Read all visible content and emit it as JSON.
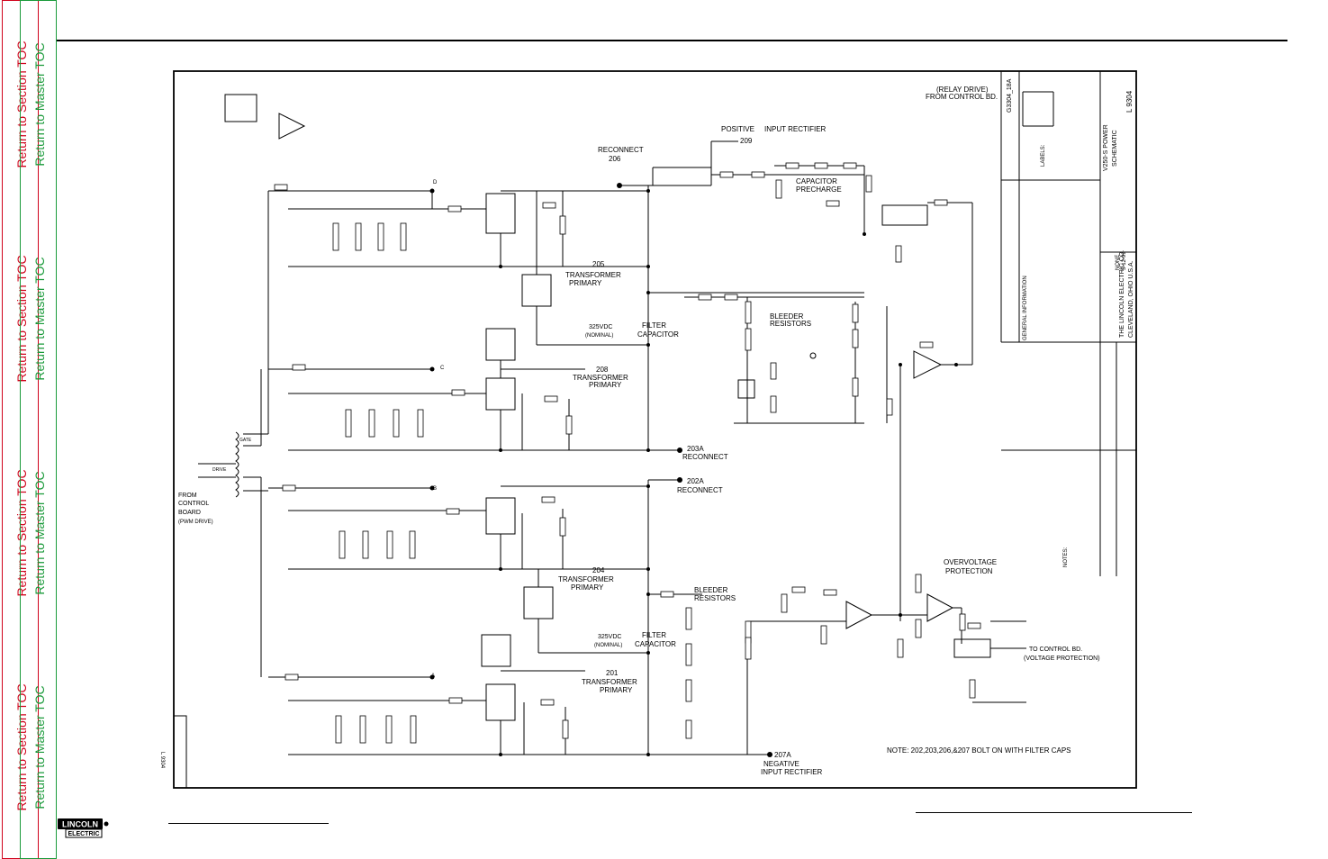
{
  "nav": {
    "section_toc": "Return to Section TOC",
    "master_toc": "Return to Master TOC"
  },
  "logo": {
    "line1": "LINCOLN",
    "line2": "ELECTRIC"
  },
  "drawing_number": "L 9304",
  "drawing_id": "G3304_18A",
  "labels": {
    "relay_drive": "(RELAY DRIVE)",
    "from_control_bd": "FROM CONTROL BD.",
    "positive": "POSITIVE",
    "input_rectifier": "INPUT RECTIFIER",
    "n209": "209",
    "reconnect": "RECONNECT",
    "n206": "206",
    "capacitor_precharge_1": "CAPACITOR",
    "capacitor_precharge_2": "PRECHARGE",
    "n205": "205",
    "transformer": "TRANSFORMER",
    "primary": "PRIMARY",
    "vdc325": "325VDC",
    "nominal": "(NOMINAL)",
    "filter": "FILTER",
    "capacitor": "CAPACITOR",
    "bleeder": "BLEEDER",
    "resistors": "RESISTORS",
    "n208": "208",
    "n203a": "203A",
    "n202a": "202A",
    "n204": "204",
    "n201": "201",
    "n207a": "207A",
    "negative": "NEGATIVE",
    "from": "FROM",
    "control": "CONTROL",
    "board": "BOARD",
    "pwm_drive": "(PWM DRIVE)",
    "overvoltage": "OVERVOLTAGE",
    "protection": "PROTECTION",
    "to_control_bd": "TO CONTROL BD.",
    "voltage_protection": "(VOLTAGE PROTECTION)",
    "note": "NOTE:  202,203,206,&207 BOLT ON WITH FILTER CAPS",
    "node_a": "A",
    "node_b": "B",
    "node_c": "C",
    "node_d": "D",
    "drive": "DRIVE",
    "gate": "GATE"
  },
  "title_block": {
    "company": "THE LINCOLN ELECTRIC CO.",
    "city": "CLEVELAND, OHIO U.S.A.",
    "equipment": "V250-S POWER",
    "subject": "SCHEMATIC",
    "scale": "NONE",
    "date": "5-12-99",
    "sht_no": "L 9304",
    "general_info": "GENERAL INFORMATION",
    "labels_title": "LABELS:",
    "notes_title": "NOTES:"
  }
}
